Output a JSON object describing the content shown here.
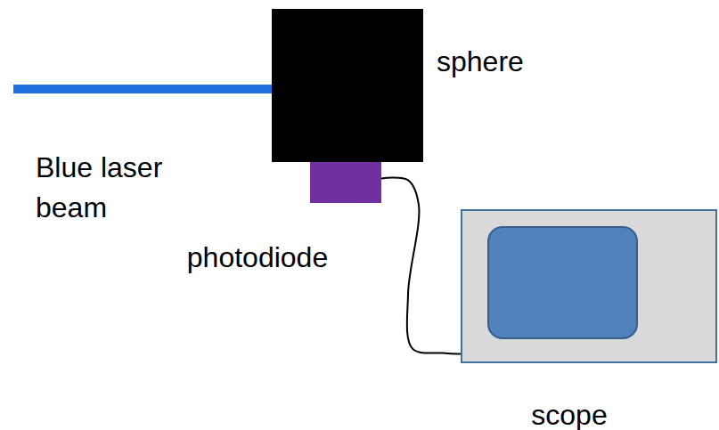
{
  "diagram": {
    "nodes": [
      {
        "text": [
          "sphere"
        ]
      },
      {
        "text": [
          "photodiode"
        ]
      },
      {
        "text": [
          "scope"
        ]
      }
    ],
    "edges": [
      {
        "from": 1,
        "to": 2,
        "arrow": "none"
      }
    ],
    "labels": [
      "Blue laser beam"
    ]
  }
}
